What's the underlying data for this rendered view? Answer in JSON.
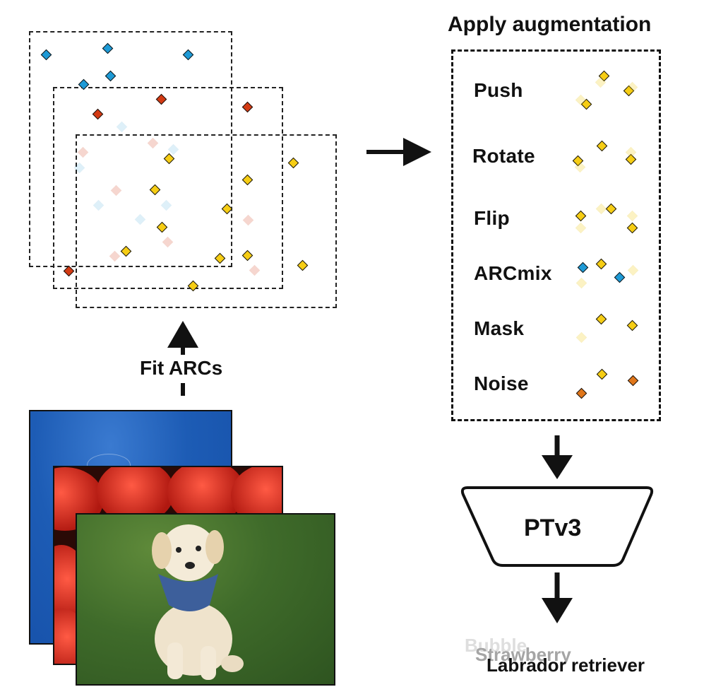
{
  "header": {
    "title": "Apply augmentation"
  },
  "augmentations": [
    {
      "label": "Push"
    },
    {
      "label": "Rotate"
    },
    {
      "label": "Flip"
    },
    {
      "label": "ARCmix"
    },
    {
      "label": "Mask"
    },
    {
      "label": "Noise"
    }
  ],
  "fit_label": "Fit ARCs",
  "model_label": "PTv3",
  "outputs": {
    "bubble": "Bubble",
    "strawberry": "Strawberry",
    "labrador": "Labrador retriever"
  },
  "colors": {
    "blue": "#1e9ad6",
    "red": "#d33a13",
    "yellow": "#f6cd14",
    "grass": "#3f6b2a",
    "sky": "#1f5fb8",
    "strawberry": "#d8261c"
  },
  "icons": [
    "right-arrow-icon",
    "up-arrow-icon",
    "down-arrow-icon",
    "dog-photo",
    "strawberry-photo",
    "bubble-photo"
  ]
}
